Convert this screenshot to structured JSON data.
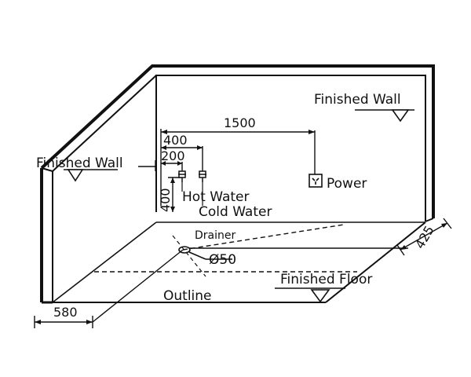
{
  "labels": {
    "finished_wall_right": "Finished Wall",
    "finished_wall_left": "Finished Wall",
    "power": "Power",
    "hot_water": "Hot Water",
    "cold_water": "Cold Water",
    "drainer": "Drainer",
    "drain_diameter": "Ø50",
    "finished_floor": "Finished Floor",
    "outline": "Outline"
  },
  "dimensions": {
    "power_offset": "1500",
    "hot_water_offset": "400",
    "cold_water_offset": "200",
    "water_height": "400",
    "drain_side": "580",
    "drain_depth": "425"
  },
  "colors": {
    "line": "#111111",
    "wall_fill": "#ffffff"
  }
}
